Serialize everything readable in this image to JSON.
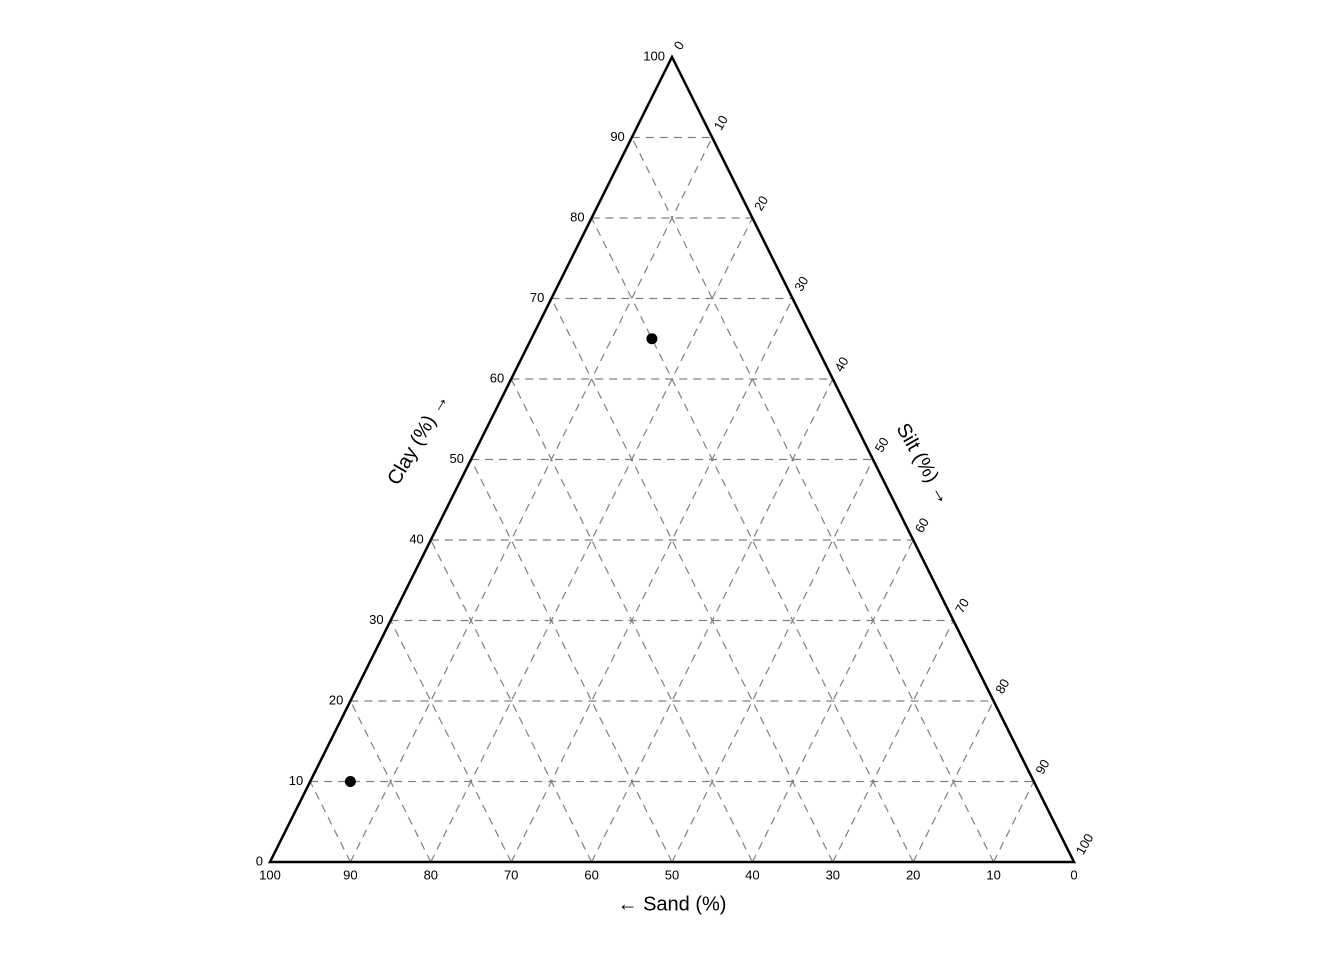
{
  "chart_data": {
    "type": "scatter",
    "subtype": "ternary",
    "axes": {
      "clay": {
        "label": "Clay (%) →",
        "ticks": [
          "10",
          "20",
          "30",
          "40",
          "50",
          "60",
          "70",
          "80",
          "90",
          "100"
        ],
        "range": [
          0,
          100
        ]
      },
      "silt": {
        "label": "Silt (%) →",
        "ticks": [
          "0",
          "10",
          "20",
          "30",
          "40",
          "50",
          "60",
          "70",
          "80",
          "90",
          "100"
        ],
        "range": [
          0,
          100
        ]
      },
      "sand": {
        "label": "← Sand (%)",
        "ticks": [
          "100",
          "90",
          "80",
          "70",
          "60",
          "50",
          "40",
          "30",
          "20",
          "10",
          "0"
        ],
        "range": [
          0,
          100
        ]
      }
    },
    "corner_label_zero": "0",
    "grid": true,
    "grid_step": 10,
    "grid_color": "#808080",
    "points": [
      {
        "sand": 20,
        "silt": 15,
        "clay": 65
      },
      {
        "sand": 85,
        "silt": 5,
        "clay": 10
      }
    ],
    "point_color": "#000000"
  }
}
